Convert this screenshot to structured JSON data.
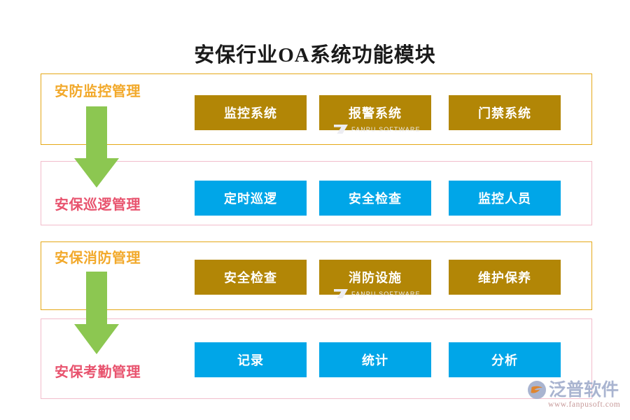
{
  "title": "安保行业OA系统功能模块",
  "colors": {
    "gold_box": "#B28606",
    "cyan_box": "#00A6E8",
    "gold_border": "#E5A817",
    "pink_border": "#F2BCCB",
    "gold_label": "#F2A92B",
    "pink_label": "#E8536E",
    "arrow_green": "#8CC751"
  },
  "rows": [
    {
      "label": "安防监控管理",
      "label_color": "gold",
      "border_color": "gold",
      "box_color": "gold",
      "modules": [
        "监控系统",
        "报警系统",
        "门禁系统"
      ]
    },
    {
      "label": "安保巡逻管理",
      "label_color": "pink",
      "border_color": "pink",
      "box_color": "cyan",
      "modules": [
        "定时巡逻",
        "安全检查",
        "监控人员"
      ]
    },
    {
      "label": "安保消防管理",
      "label_color": "gold",
      "border_color": "gold",
      "box_color": "gold",
      "modules": [
        "安全检查",
        "消防设施",
        "维护保养"
      ]
    },
    {
      "label": "安保考勤管理",
      "label_color": "pink",
      "border_color": "pink",
      "box_color": "cyan",
      "modules": [
        "记录",
        "统计",
        "分析"
      ]
    }
  ],
  "watermark": {
    "text": "FANPU SOFTWARE"
  },
  "brand": {
    "name": "泛普软件",
    "url": "www.fanpusoft.com"
  }
}
